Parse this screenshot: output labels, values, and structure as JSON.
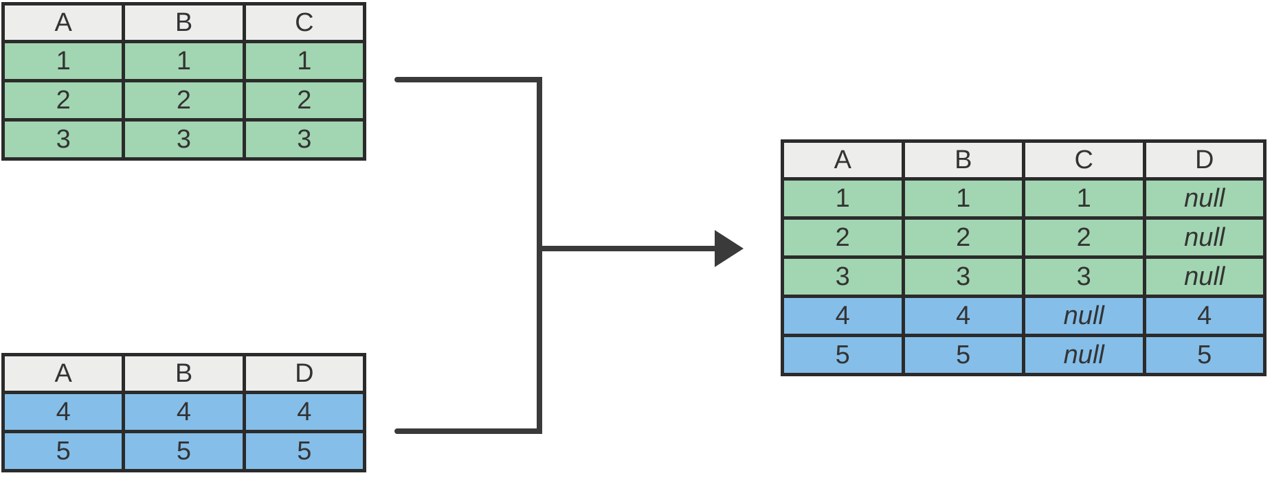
{
  "null_label": "null",
  "colors": {
    "header_bg": "#EDEDEB",
    "green": "#A2D5B1",
    "blue": "#85BEE9",
    "border": "#2B2B2B",
    "arrow": "#3A3A3A",
    "text": "#333333"
  },
  "tables": {
    "input_top": {
      "columns": [
        "A",
        "B",
        "C"
      ],
      "rows": [
        {
          "variant": "green",
          "cells": [
            "1",
            "1",
            "1"
          ]
        },
        {
          "variant": "green",
          "cells": [
            "2",
            "2",
            "2"
          ]
        },
        {
          "variant": "green",
          "cells": [
            "3",
            "3",
            "3"
          ]
        }
      ]
    },
    "input_bottom": {
      "columns": [
        "A",
        "B",
        "D"
      ],
      "rows": [
        {
          "variant": "blue",
          "cells": [
            "4",
            "4",
            "4"
          ]
        },
        {
          "variant": "blue",
          "cells": [
            "5",
            "5",
            "5"
          ]
        }
      ]
    },
    "result": {
      "columns": [
        "A",
        "B",
        "C",
        "D"
      ],
      "rows": [
        {
          "variant": "green",
          "cells": [
            "1",
            "1",
            "1",
            "null"
          ]
        },
        {
          "variant": "green",
          "cells": [
            "2",
            "2",
            "2",
            "null"
          ]
        },
        {
          "variant": "green",
          "cells": [
            "3",
            "3",
            "3",
            "null"
          ]
        },
        {
          "variant": "blue",
          "cells": [
            "4",
            "4",
            "null",
            "4"
          ]
        },
        {
          "variant": "blue",
          "cells": [
            "5",
            "5",
            "null",
            "5"
          ]
        }
      ]
    }
  },
  "icons": {
    "connector": "merge-arrow-icon"
  }
}
